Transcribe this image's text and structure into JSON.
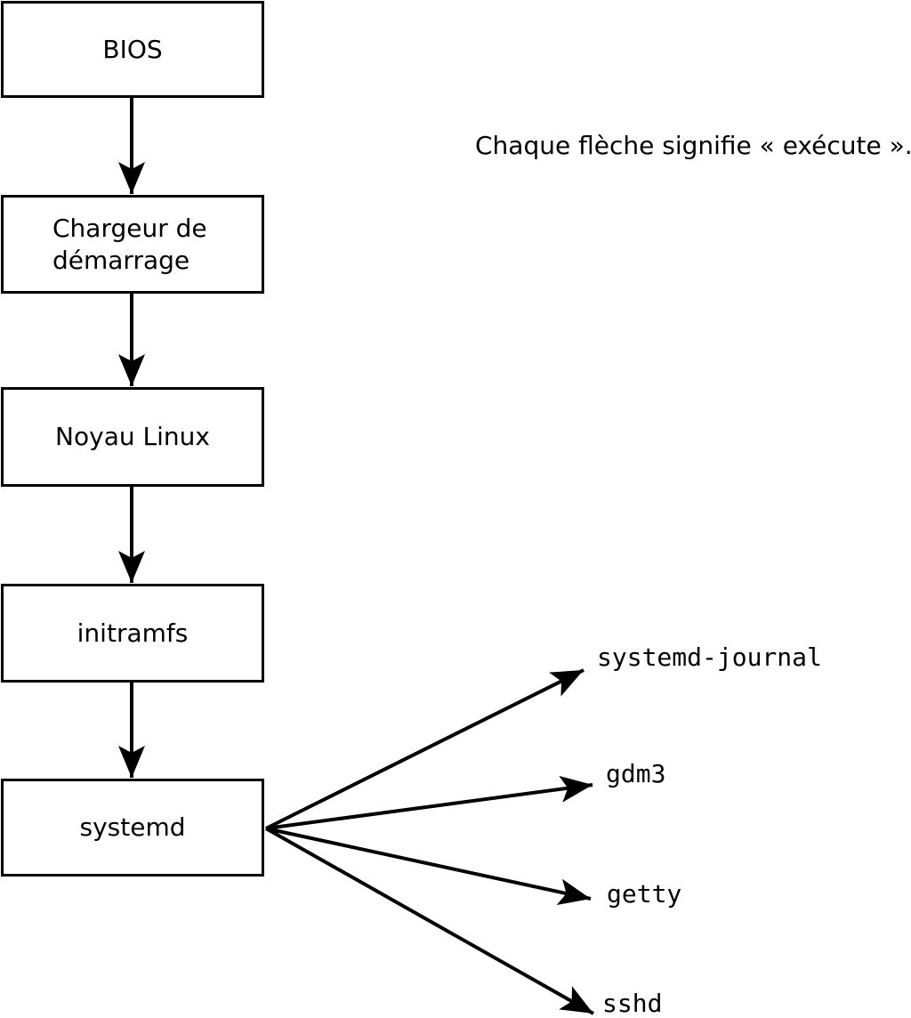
{
  "colors": {
    "background": "#ffffff",
    "stroke": "#000000",
    "text": "#000000"
  },
  "annotation": "Chaque flèche signifie « exécute ».",
  "nodes": [
    {
      "id": "bios",
      "label": "BIOS"
    },
    {
      "id": "bootloader",
      "label": "Chargeur de\ndémarrage"
    },
    {
      "id": "kernel",
      "label": "Noyau Linux"
    },
    {
      "id": "initramfs",
      "label": "initramfs"
    },
    {
      "id": "systemd",
      "label": "systemd"
    }
  ],
  "chain_arrows": [
    {
      "from": "bios",
      "to": "bootloader"
    },
    {
      "from": "bootloader",
      "to": "kernel"
    },
    {
      "from": "kernel",
      "to": "initramfs"
    },
    {
      "from": "initramfs",
      "to": "systemd"
    }
  ],
  "children": [
    {
      "id": "systemd-journal",
      "label": "systemd-journal"
    },
    {
      "id": "gdm3",
      "label": "gdm3"
    },
    {
      "id": "getty",
      "label": "getty"
    },
    {
      "id": "sshd",
      "label": "sshd"
    }
  ]
}
